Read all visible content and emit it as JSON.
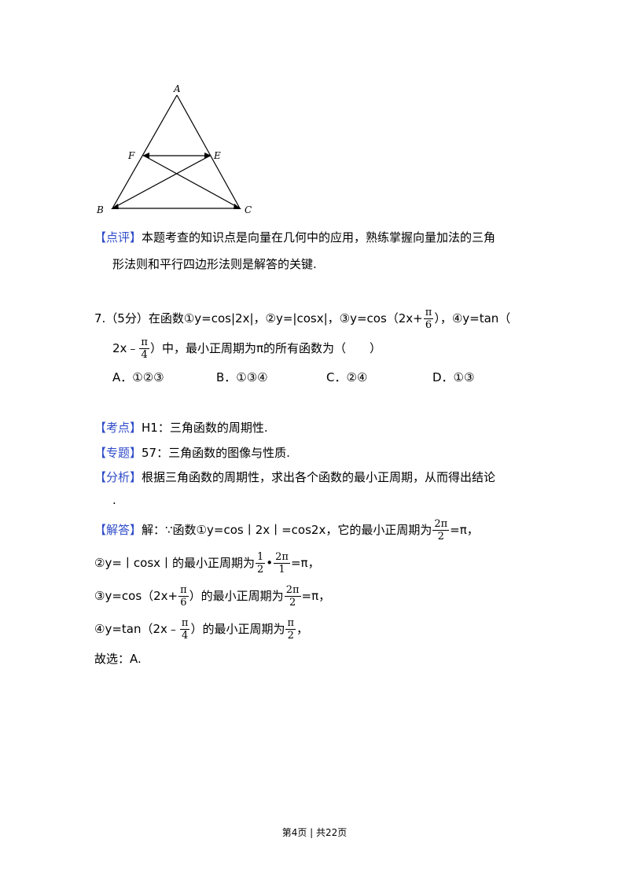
{
  "figure": {
    "labels": {
      "A": "A",
      "B": "B",
      "C": "C",
      "E": "E",
      "F": "F"
    }
  },
  "comment_block": {
    "tag": "【点评】",
    "line1": "本题考查的知识点是向量在几何中的应用，熟练掌握向量加法的三角",
    "line2": "形法则和平行四边形法则是解答的关键."
  },
  "question": {
    "line1_a": "7.（5分）在函数①y=cos|2x|，②y=|cosx|，③y=cos（2x+",
    "frac1": {
      "num": "π",
      "den": "6"
    },
    "line1_b": "），④y=tan（",
    "line2_a": "2x﹣",
    "frac2": {
      "num": "π",
      "den": "4"
    },
    "line2_b": "）中，最小正周期为π的所有函数为（　　）",
    "options": [
      {
        "key": "A",
        "text": "A．①②③"
      },
      {
        "key": "B",
        "text": "B．①③④"
      },
      {
        "key": "C",
        "text": "C．②④"
      },
      {
        "key": "D",
        "text": "D．①③"
      }
    ]
  },
  "analysis": {
    "kaodian_tag": "【考点】",
    "kaodian_text": "H1：三角函数的周期性.",
    "zhuanti_tag": "【专题】",
    "zhuanti_text": "57：三角函数的图像与性质.",
    "fenxi_tag": "【分析】",
    "fenxi_text": "根据三角函数的周期性，求出各个函数的最小正周期，从而得出结论",
    "fenxi_tail": ".",
    "jieda_tag": "【解答】",
    "jieda_line1": "解：∵函数①y=cos丨2x丨=cos2x，它的最小正周期为",
    "jieda_frac1": {
      "num": "2π",
      "den": "2"
    },
    "jieda_line1_end": "=π，",
    "line2_a": "②y=丨cosx丨的最小正周期为",
    "line2_frac_a": {
      "num": "1",
      "den": "2"
    },
    "line2_dot": "•",
    "line2_frac_b": {
      "num": "2π",
      "den": "1"
    },
    "line2_end": "=π，",
    "line3_a": "③y=cos（2x+",
    "line3_frac_a": {
      "num": "π",
      "den": "6"
    },
    "line3_b": "）的最小正周期为",
    "line3_frac_b": {
      "num": "2π",
      "den": "2"
    },
    "line3_end": "=π，",
    "line4_a": "④y=tan（2x﹣",
    "line4_frac_a": {
      "num": "π",
      "den": "4"
    },
    "line4_b": "）的最小正周期为",
    "line4_frac_b": {
      "num": "π",
      "den": "2"
    },
    "line4_end": "，",
    "answer": "故选：A."
  },
  "footer": {
    "text": "第4页 | 共22页"
  }
}
